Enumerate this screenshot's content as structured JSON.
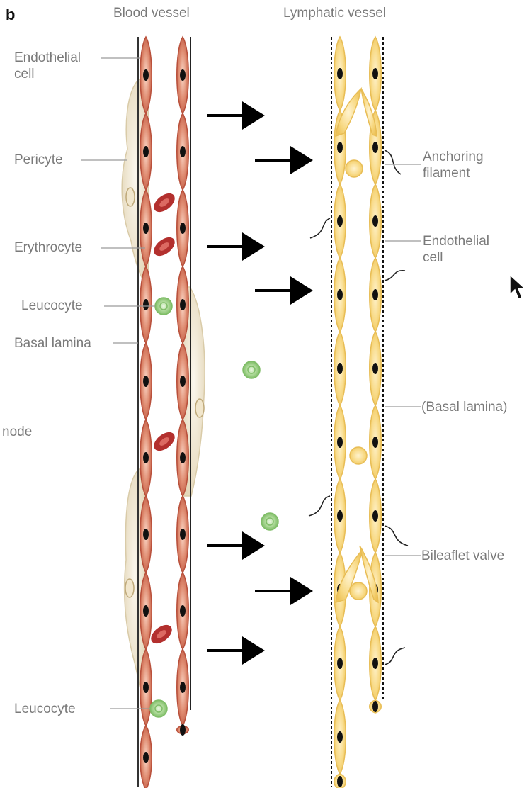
{
  "figure": {
    "panel_letter": "b",
    "headers": {
      "blood": "Blood vessel",
      "lymph": "Lymphatic vessel"
    },
    "left_labels": {
      "endothelial_line1": "Endothelial",
      "endothelial_line2": "cell",
      "pericyte": "Pericyte",
      "erythrocyte": "Erythrocyte",
      "leucocyte_top": "Leucocyte",
      "basal_lamina": "Basal lamina",
      "node": "node",
      "leucocyte_bottom": "Leucocyte"
    },
    "right_labels": {
      "anchoring_line1": "Anchoring",
      "anchoring_line2": "filament",
      "endothelial_line1": "Endothelial",
      "endothelial_line2": "cell",
      "basal_lamina": "(Basal lamina)",
      "bileaflet_valve": "Bileaflet valve"
    },
    "colors": {
      "blood_cell": "#c8614a",
      "blood_cell_light": "#f1c1ad",
      "erythrocyte": "#b3302e",
      "pericyte": "#efe6d2",
      "lymph_cell": "#f6d57e",
      "lymph_cell_light": "#fff1c6",
      "leucocyte": "#9fd18a",
      "nucleus": "#111111",
      "arrow": "#000000",
      "label": "#7a7a7a"
    }
  }
}
